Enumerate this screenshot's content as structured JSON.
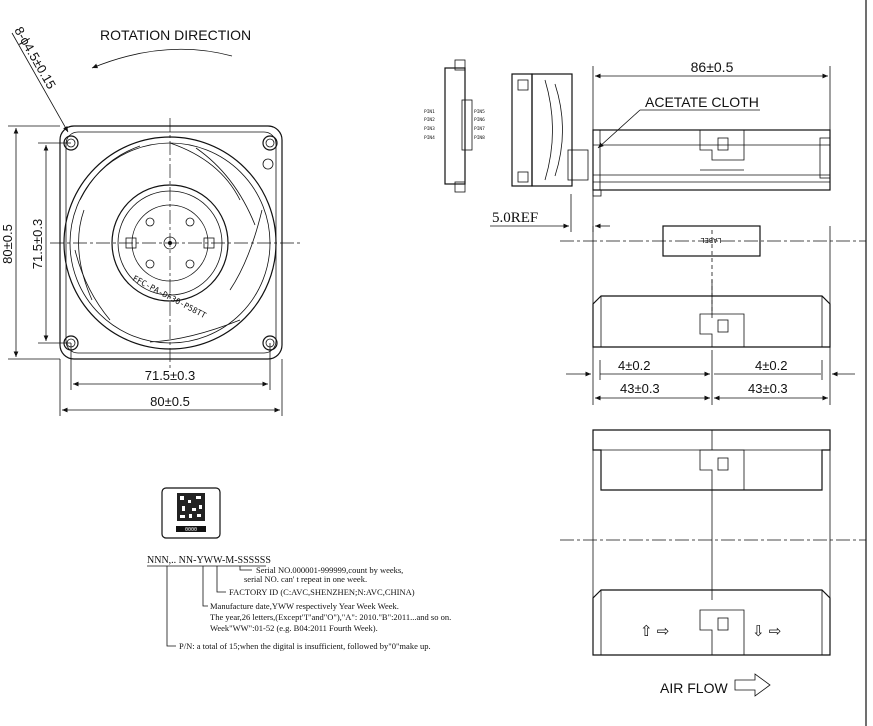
{
  "labels": {
    "rotation": "ROTATION DIRECTION",
    "hole_spec": "8-ϕ4.5±0.15",
    "dim_80_h": "80±0.5",
    "dim_715_h": "71.5±0.3",
    "dim_715_v": "71.5±0.3",
    "dim_80_v": "80±0.5",
    "fan_hub_text": "FFC-PA-DF30-P58TT",
    "dim_86": "86±0.5",
    "acetate": "ACETATE CLOTH",
    "ref": "5.0REF",
    "label_box": "LABEL",
    "dim_4_left": "4±0.2",
    "dim_4_right": "4±0.2",
    "dim_43_left": "43±0.3",
    "dim_43_right": "43±0.3",
    "air_flow": "AIR FLOW"
  },
  "connector_pins": {
    "left": [
      "PIN1",
      "PIN2",
      "PIN3",
      "PIN4"
    ],
    "right": [
      "PIN5",
      "PIN6",
      "PIN7",
      "PIN8"
    ]
  },
  "legend": {
    "code": "NNN,.. NN-YWW-M-SSSSSS",
    "qr_caption": "0000",
    "serial_1": "Serial NO.000001-999999,count by weeks,",
    "serial_2": "serial NO. can' t repeat in one week.",
    "factory": "FACTORY ID (C:AVC,SHENZHEN;N:AVC,CHINA)",
    "mfg_1": "Manufacture date,YWW respectively Year Week Week.",
    "mfg_2": "The year,26 letters,(Except\"I\"and\"O\"),\"A\": 2010.\"B\":2011...and so on.",
    "mfg_3": "Week\"WW\":01-52 (e.g. B04:2011 Fourth Week).",
    "pn": "P/N: a total of 15;when the digital is insufficient, followed by\"0\"make up."
  }
}
